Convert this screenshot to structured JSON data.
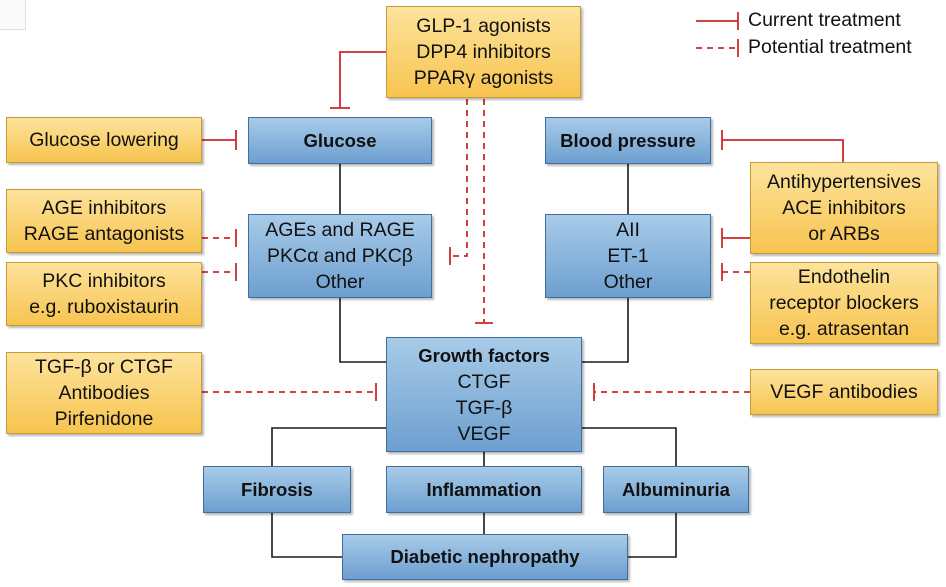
{
  "legend": {
    "current": "Current treatment",
    "potential": "Potential treatment"
  },
  "treatments": {
    "incretin": [
      "GLP-1 agonists",
      "DPP4 inhibitors",
      "PPARγ agonists"
    ],
    "glucose_lowering": [
      "Glucose lowering"
    ],
    "age": [
      "AGE inhibitors",
      "RAGE antagonists"
    ],
    "pkc": [
      "PKC inhibitors",
      "e.g. ruboxistaurin"
    ],
    "tgf": [
      "TGF-β or CTGF",
      "Antibodies",
      "Pirfenidone"
    ],
    "antihypertensives": [
      "Antihypertensives",
      "ACE inhibitors",
      "or ARBs"
    ],
    "endothelin": [
      "Endothelin",
      "receptor blockers",
      "e.g. atrasentan"
    ],
    "vegf_ab": [
      "VEGF antibodies"
    ]
  },
  "nodes": {
    "glucose": "Glucose",
    "blood_pressure": "Blood pressure",
    "mediators_left": [
      "AGEs and RAGE",
      "PKCα and PKCβ",
      "Other"
    ],
    "mediators_right": [
      "AII",
      "ET-1",
      "Other"
    ],
    "growth_factors": {
      "title": "Growth factors",
      "items": [
        "CTGF",
        "TGF-β",
        "VEGF"
      ]
    },
    "fibrosis": "Fibrosis",
    "inflammation": "Inflammation",
    "albuminuria": "Albuminuria",
    "outcome": "Diabetic nephropathy"
  },
  "colors": {
    "inhibitor_line": "#cc2a2a",
    "connector_line": "#1a1a1a",
    "treatment_fill": "#f9cf6a",
    "pathway_fill": "#8db8e0"
  }
}
